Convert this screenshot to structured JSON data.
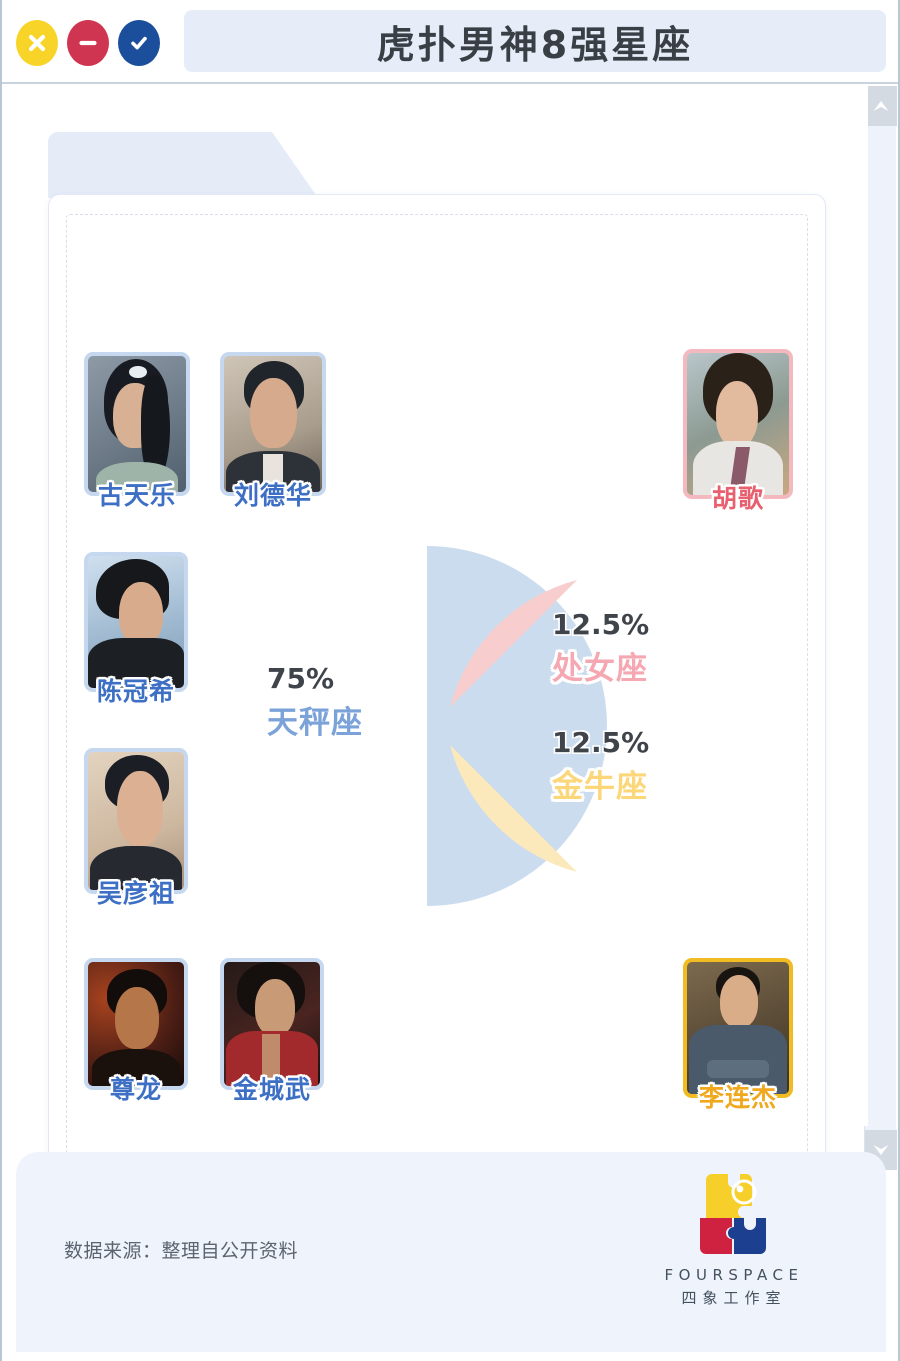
{
  "window": {
    "title": "虎扑男神8强星座",
    "controls": [
      {
        "name": "close-button",
        "icon": "x-icon",
        "color": "#f8d429"
      },
      {
        "name": "minimize-button",
        "icon": "minus-icon",
        "color": "#cf3450"
      },
      {
        "name": "confirm-button",
        "icon": "check-icon",
        "color": "#1b4f9c"
      }
    ]
  },
  "scrollbar": {
    "up_arrow": "chevron-up-icon",
    "down_arrow": "chevron-down-icon"
  },
  "people": [
    {
      "name": "古天乐",
      "accent": "blue",
      "color": "#c5d8ef"
    },
    {
      "name": "刘德华",
      "accent": "blue",
      "color": "#c5d8ef"
    },
    {
      "name": "胡歌",
      "accent": "pink",
      "color": "#f4b9be"
    },
    {
      "name": "陈冠希",
      "accent": "blue",
      "color": "#c5d8ef"
    },
    {
      "name": "吴彦祖",
      "accent": "blue",
      "color": "#c5d8ef"
    },
    {
      "name": "尊龙",
      "accent": "blue",
      "color": "#c5d8ef"
    },
    {
      "name": "金城武",
      "accent": "blue",
      "color": "#c5d8ef"
    },
    {
      "name": "李连杰",
      "accent": "gold",
      "color": "#f0bc22"
    }
  ],
  "chart_data": {
    "type": "pie",
    "title": "虎扑男神8强星座",
    "categories": [
      "天秤座",
      "处女座",
      "金牛座"
    ],
    "values": [
      75,
      12.5,
      12.5
    ],
    "value_labels": [
      "75%",
      "12.5%",
      "12.5%"
    ],
    "colors": [
      "#ccdcef",
      "#f8cdcd",
      "#fbe9bc"
    ],
    "label_colors": [
      "#7ba3d9",
      "#f5a8b2",
      "#fbd77a"
    ],
    "legend": "none",
    "unit": "%",
    "exploded": [
      false,
      true,
      true
    ]
  },
  "footer": {
    "source": "数据来源：整理自公开资料",
    "logo_en": "FOURSPACE",
    "logo_cn": "四象工作室"
  }
}
